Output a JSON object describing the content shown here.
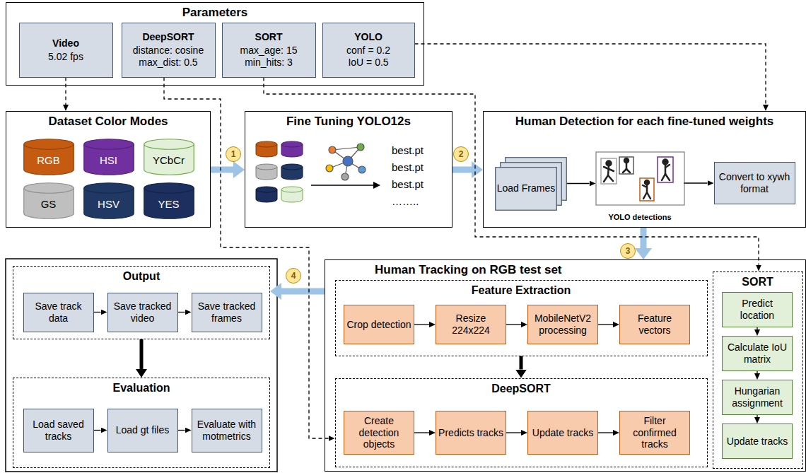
{
  "diagram": {
    "nodes": [
      {
        "text": [
          "Parameters"
        ]
      },
      {
        "text": [
          "Video",
          "5.02 fps"
        ],
        "in": 0
      },
      {
        "text": [
          "DeepSORT",
          "distance: cosine",
          "max_dist: 0.5"
        ],
        "in": 0
      },
      {
        "text": [
          "SORT",
          "max_age: 15",
          "min_hits: 3"
        ],
        "in": 0
      },
      {
        "text": [
          "YOLO",
          "conf = 0.2",
          "IoU = 0.5"
        ],
        "in": 0
      },
      {
        "text": [
          "Dataset Color Modes"
        ]
      },
      {
        "text": [
          "RGB"
        ],
        "in": 5
      },
      {
        "text": [
          "HSI"
        ],
        "in": 5
      },
      {
        "text": [
          "YCbCr"
        ],
        "in": 5
      },
      {
        "text": [
          "GS"
        ],
        "in": 5
      },
      {
        "text": [
          "HSV"
        ],
        "in": 5
      },
      {
        "text": [
          "YES"
        ],
        "in": 5
      },
      {
        "text": [
          "Fine Tuning YOLO12s",
          "best.pt",
          "best.pt",
          "best.pt",
          "…….."
        ]
      },
      {
        "text": [
          "Human Detection for each fine-tuned weights"
        ]
      },
      {
        "text": [
          "Load Frames"
        ],
        "in": 13
      },
      {
        "text": [
          "YOLO detections"
        ],
        "in": 13
      },
      {
        "text": [
          "Convert to xywh format"
        ],
        "in": 13
      },
      {
        "text": [
          "Human Tracking on RGB test set"
        ]
      },
      {
        "text": [
          "Feature Extraction"
        ],
        "in": 17
      },
      {
        "text": [
          "Crop detection"
        ],
        "in": 18
      },
      {
        "text": [
          "Resize 224x224"
        ],
        "in": 18
      },
      {
        "text": [
          "MobileNetV2 processing"
        ],
        "in": 18
      },
      {
        "text": [
          "Feature vectors"
        ],
        "in": 18
      },
      {
        "text": [
          "DeepSORT"
        ],
        "in": 17
      },
      {
        "text": [
          "Create detection objects"
        ],
        "in": 23
      },
      {
        "text": [
          "Predicts tracks"
        ],
        "in": 23
      },
      {
        "text": [
          "Update tracks"
        ],
        "in": 23
      },
      {
        "text": [
          "Filter confirmed tracks"
        ],
        "in": 23
      },
      {
        "text": [
          "SORT"
        ],
        "in": 17
      },
      {
        "text": [
          "Predict location"
        ],
        "in": 28
      },
      {
        "text": [
          "Calculate IoU matrix"
        ],
        "in": 28
      },
      {
        "text": [
          "Hungarian assignment"
        ],
        "in": 28
      },
      {
        "text": [
          "Update tracks"
        ],
        "in": 28
      },
      {
        "text": [
          "Output"
        ]
      },
      {
        "text": [
          "Save track data"
        ],
        "in": 33
      },
      {
        "text": [
          "Save tracked video"
        ],
        "in": 33
      },
      {
        "text": [
          "Save tracked frames"
        ],
        "in": 33
      },
      {
        "text": [
          "Evaluation"
        ]
      },
      {
        "text": [
          "Load saved tracks"
        ],
        "in": 37
      },
      {
        "text": [
          "Load gt files"
        ],
        "in": 37
      },
      {
        "text": [
          "Evaluate with motmetrics"
        ],
        "in": 37
      }
    ],
    "edges": [
      {
        "from": 5,
        "to": 12,
        "arrow": "to",
        "label": "1"
      },
      {
        "from": 12,
        "to": 13,
        "arrow": "to",
        "label": "2"
      },
      {
        "from": 13,
        "to": 17,
        "arrow": "to",
        "label": "3"
      },
      {
        "from": 17,
        "to": 33,
        "arrow": "to",
        "label": "4"
      },
      {
        "from": 1,
        "to": 5,
        "arrow": "to"
      },
      {
        "from": 2,
        "to": 23,
        "arrow": "to"
      },
      {
        "from": 3,
        "to": 28,
        "arrow": "to"
      },
      {
        "from": 4,
        "to": 13,
        "arrow": "to"
      },
      {
        "from": 14,
        "to": 15,
        "arrow": "to"
      },
      {
        "from": 15,
        "to": 16,
        "arrow": "to"
      },
      {
        "from": 19,
        "to": 20,
        "arrow": "to"
      },
      {
        "from": 20,
        "to": 21,
        "arrow": "to"
      },
      {
        "from": 21,
        "to": 22,
        "arrow": "to"
      },
      {
        "from": 18,
        "to": 23,
        "arrow": "to"
      },
      {
        "from": 24,
        "to": 25,
        "arrow": "to"
      },
      {
        "from": 25,
        "to": 26,
        "arrow": "to"
      },
      {
        "from": 26,
        "to": 27,
        "arrow": "to"
      },
      {
        "from": 29,
        "to": 30,
        "arrow": "to"
      },
      {
        "from": 30,
        "to": 31,
        "arrow": "to"
      },
      {
        "from": 31,
        "to": 32,
        "arrow": "to"
      },
      {
        "from": 34,
        "to": 35,
        "arrow": "to"
      },
      {
        "from": 35,
        "to": 36,
        "arrow": "to"
      },
      {
        "from": 33,
        "to": 37,
        "arrow": "to"
      },
      {
        "from": 38,
        "to": 39,
        "arrow": "to"
      },
      {
        "from": 39,
        "to": 40,
        "arrow": "to"
      }
    ]
  }
}
